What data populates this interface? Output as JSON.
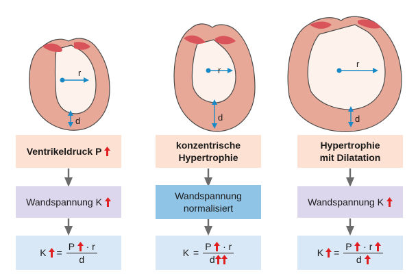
{
  "panels": [
    {
      "radius_label": "r",
      "thickness_label": "d",
      "condition": "Ventrikeldruck P",
      "wall_stress": "Wandspannung K",
      "formula": {
        "lhs": "K",
        "num": "P",
        "mul": "· r",
        "den": "d"
      }
    },
    {
      "radius_label": "r",
      "thickness_label": "d",
      "condition_line1": "konzentrische",
      "condition_line2": "Hypertrophie",
      "wall_stress_line1": "Wandspannung",
      "wall_stress_line2": "normalisiert",
      "formula": {
        "lhs": "K",
        "num": "P",
        "mul": "· r",
        "den": "d"
      }
    },
    {
      "radius_label": "r",
      "thickness_label": "d",
      "condition_line1": "Hypertrophie",
      "condition_line2": "mit Dilatation",
      "wall_stress": "Wandspannung K",
      "formula": {
        "lhs": "K",
        "num": "P",
        "mul": "· r",
        "den": "d"
      }
    }
  ],
  "colors": {
    "wall": "#e8a898",
    "wall_stroke": "#4a4a4a",
    "cavity": "#fdf3ec",
    "valve": "#d9545a",
    "measure_arrow": "#1a8ac6",
    "increase_arrow": "#e02020",
    "flow_arrow": "#6b6b6b",
    "box_condition": "#fde1d2",
    "box_stress": "#ddd7ee",
    "box_normalized": "#8fc4e6",
    "box_formula": "#d9e8f7"
  },
  "icons": {
    "increase": "red-up-arrow-icon",
    "flow": "gray-down-arrow-icon"
  }
}
